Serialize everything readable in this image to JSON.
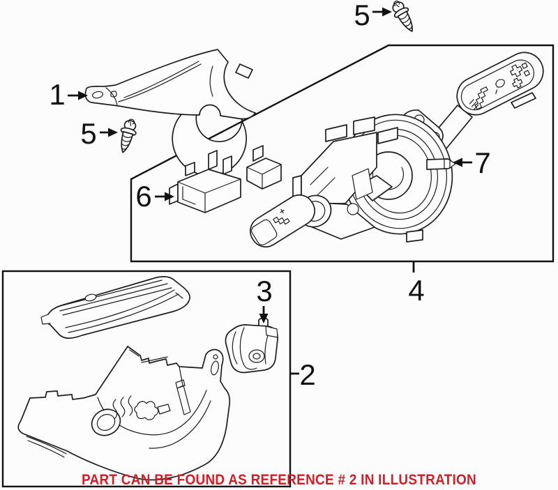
{
  "background_color": "#fcfcfc",
  "line_color": "#1c1c1c",
  "callouts": {
    "c1": {
      "label": "1"
    },
    "c2": {
      "label": "2"
    },
    "c3": {
      "label": "3"
    },
    "c4": {
      "label": "4"
    },
    "c5_top": {
      "label": "5"
    },
    "c5_left": {
      "label": "5"
    },
    "c6": {
      "label": "6"
    },
    "c7": {
      "label": "7"
    }
  },
  "caption": {
    "text": "PART CAN BE FOUND AS REFERENCE # 2 IN ILLUSTRATION",
    "color": "#ce2029"
  }
}
